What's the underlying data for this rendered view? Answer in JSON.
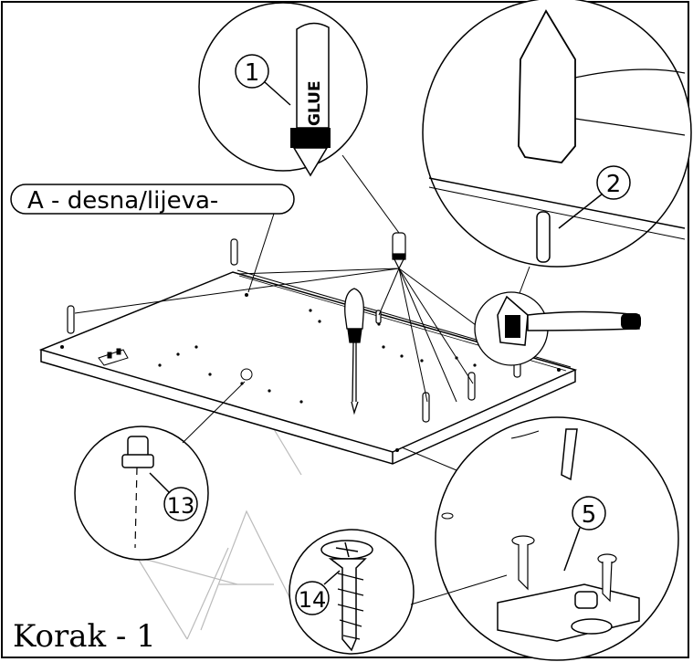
{
  "part_label": "A - desna/lijeva-",
  "step_label": "Korak - 1",
  "glue_text": "GLUE",
  "callouts": {
    "glue": "1",
    "dowel": "2",
    "cam_fitting": "5",
    "pin": "13",
    "screw": "14"
  }
}
